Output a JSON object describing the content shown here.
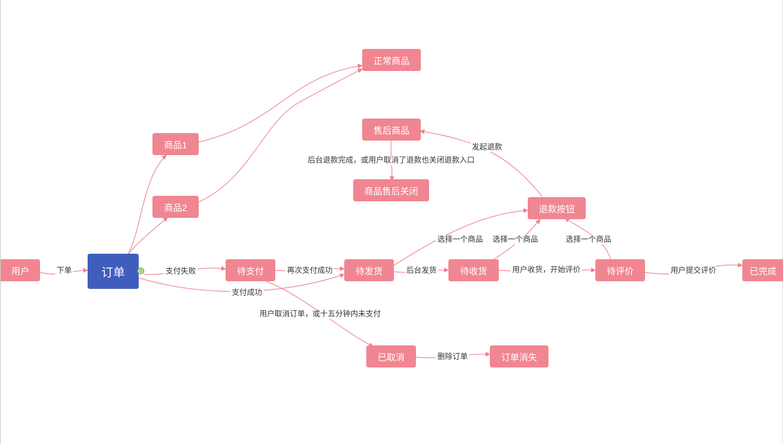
{
  "nodes": {
    "user": "用户",
    "order": "订单",
    "product1": "商品1",
    "product2": "商品2",
    "normal": "正常商品",
    "aftersale": "售后商品",
    "aftersale_closed": "商品售后关闭",
    "refund_btn": "退款按钮",
    "pending_pay": "待支付",
    "pending_ship": "待发货",
    "pending_receive": "待收货",
    "pending_review": "待评价",
    "completed": "已完成",
    "cancelled": "已取消",
    "order_gone": "订单消失"
  },
  "edges": {
    "place_order": "下单",
    "pay_failed": "支付失败",
    "pay_success": "支付成功",
    "repay_success": "再次支付成功",
    "cancel_or_timeout": "用户取消订单，或十五分钟内未支付",
    "backend_ship": "后台发货",
    "receive_start_review": "用户收货，开始评价",
    "submit_review": "用户提交评价",
    "delete_order": "删除订单",
    "select_product_1": "选择一个商品",
    "select_product_2": "选择一个商品",
    "select_product_3": "选择一个商品",
    "start_refund": "发起退款",
    "refund_done": "后台退款完成，或用户取消了退款也关闭退款入口"
  },
  "expand_icon": "⊕",
  "colors": {
    "node": "#f08692",
    "root": "#3f5dbd",
    "edge": "#f07f8d",
    "label": "#333333"
  }
}
